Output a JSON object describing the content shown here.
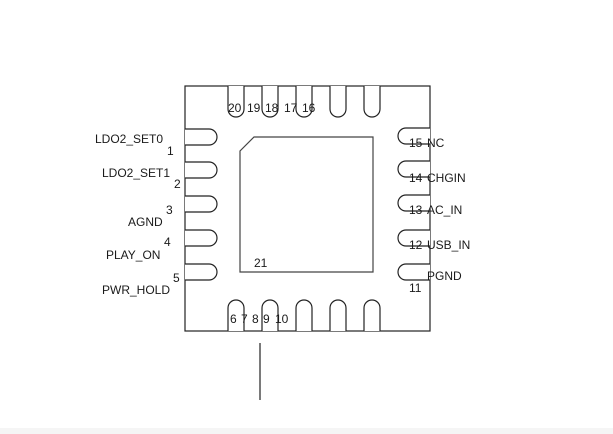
{
  "chip": {
    "exposed_pad_number": "21",
    "pins": [
      {
        "num": "1",
        "name": "LDO2_SET0"
      },
      {
        "num": "2",
        "name": "LDO2_SET1"
      },
      {
        "num": "3",
        "name": "AGND"
      },
      {
        "num": "4",
        "name": "PLAY_ON"
      },
      {
        "num": "5",
        "name": "PWR_HOLD"
      },
      {
        "num": "6",
        "name": ""
      },
      {
        "num": "7",
        "name": ""
      },
      {
        "num": "8",
        "name": ""
      },
      {
        "num": "9",
        "name": ""
      },
      {
        "num": "10",
        "name": ""
      },
      {
        "num": "11",
        "name": "PGND"
      },
      {
        "num": "12",
        "name": "USB_IN"
      },
      {
        "num": "13",
        "name": "AC_IN"
      },
      {
        "num": "14",
        "name": "CHGIN"
      },
      {
        "num": "15",
        "name": "NC"
      },
      {
        "num": "16",
        "name": ""
      },
      {
        "num": "17",
        "name": ""
      },
      {
        "num": "18",
        "name": ""
      },
      {
        "num": "19",
        "name": ""
      },
      {
        "num": "20",
        "name": ""
      }
    ]
  }
}
